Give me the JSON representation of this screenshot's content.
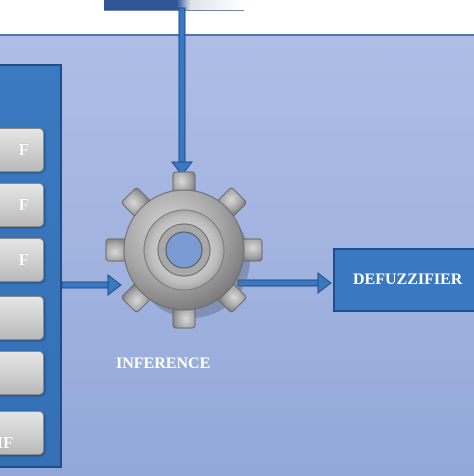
{
  "diagram": {
    "mf_buttons": [
      {
        "label": "F"
      },
      {
        "label": "F"
      },
      {
        "label": "F"
      },
      {
        "label": ""
      },
      {
        "label": ""
      },
      {
        "label": "D MF"
      }
    ],
    "inference_label": "INFERENCE",
    "defuzzifier_label": "DEFUZZIFIER"
  },
  "colors": {
    "panel_fill": "#a3b4e0",
    "block_fill": "#3a78c2",
    "block_border": "#1f4e8c",
    "gear": "#9a9a9a"
  }
}
